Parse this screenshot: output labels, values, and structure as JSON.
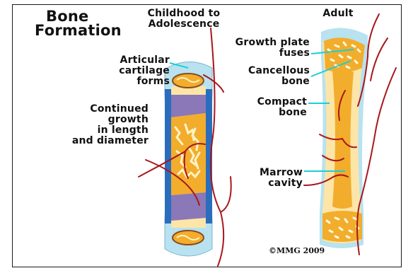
{
  "title_line1": "Bone",
  "title_line2": "Formation",
  "heading_left_line1": "Childhood to",
  "heading_left_line2": "Adolescence",
  "heading_right": "Adult",
  "labels": {
    "articular": "Articular\ncartilage\nforms",
    "continued": "Continued\ngrowth\nin length\nand diameter",
    "growth_plate": "Growth plate\nfuses",
    "cancellous": "Cancellous\nbone",
    "compact": "Compact\nbone",
    "marrow": "Marrow\ncavity"
  },
  "copyright": "©MMG 2009",
  "colors": {
    "cartilage": "#b8e2ef",
    "compact_blue": "#2a6dbd",
    "growth_purple": "#8a78b8",
    "spongy_orange": "#f2ad2c",
    "bone_cream": "#fde5a8",
    "vessel": "#a8171c",
    "leader": "#1ccfd4"
  }
}
